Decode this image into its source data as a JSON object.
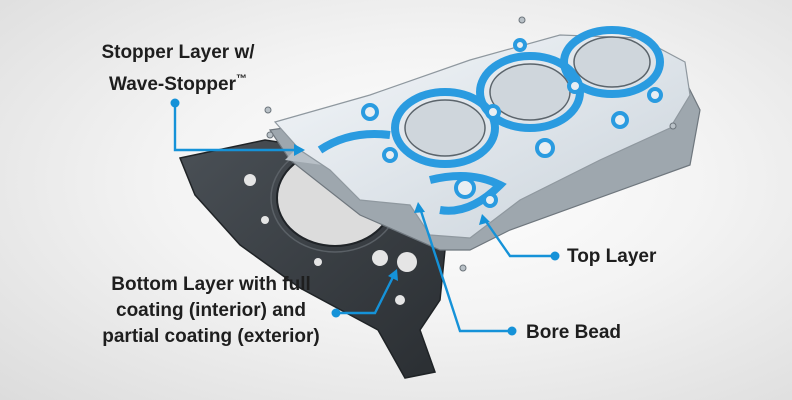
{
  "labels": {
    "stopper": {
      "line1": "Stopper Layer w/",
      "line2": "Wave-Stopper",
      "mark": "™"
    },
    "bottom": {
      "line1": "Bottom Layer with full",
      "line2": "coating (interior) and",
      "line3": "partial coating (exterior)"
    },
    "top": "Top Layer",
    "bore_bead": "Bore Bead"
  },
  "colors": {
    "callout": "#1592d8",
    "bead_blue": "#2a9be0",
    "top_layer": "#dfe6ec",
    "bottom_layer": "#3a3f44",
    "text": "#1e1e1e"
  }
}
